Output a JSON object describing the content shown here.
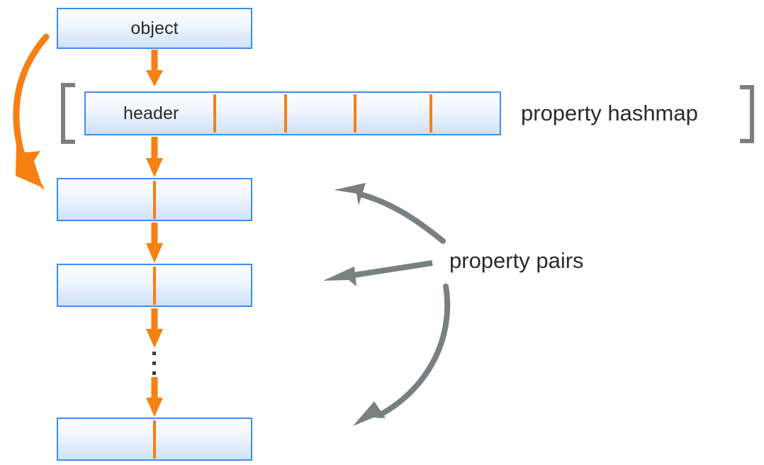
{
  "diagram": {
    "title": "object property hashmap structure",
    "colors": {
      "box_border": "#3d8ef0",
      "box_fill_top": "#fdfeff",
      "box_fill_bottom": "#cfe2f7",
      "arrow_orange": "#f68012",
      "arrow_gray": "#7a7f82",
      "text": "#2b2b2b",
      "dot": "#3d3d3d"
    },
    "boxes": {
      "object": {
        "label": "object"
      },
      "header": {
        "label": "header",
        "slot_count": 4
      },
      "pair_1": {
        "label": ""
      },
      "pair_2": {
        "label": ""
      },
      "pair_last": {
        "label": ""
      }
    },
    "annotations": {
      "hashmap": "property hashmap",
      "pairs": "property pairs"
    },
    "ellipsis": {
      "dot_count": 3
    },
    "brackets": {
      "left": "[",
      "right": "]"
    },
    "arrows": {
      "object_to_header": "down-arrow-orange",
      "header_to_pair1": "down-arrow-orange",
      "pair1_to_pair2": "down-arrow-orange",
      "pair2_to_ellipsis": "down-arrow-orange",
      "ellipsis_to_last": "down-arrow-orange",
      "object_to_pairs_curve": "curved-arrow-orange",
      "pairs_label_upper": "curved-arrow-gray",
      "pairs_label_middle": "straight-arrow-gray",
      "pairs_label_lower": "curved-arrow-gray"
    }
  }
}
